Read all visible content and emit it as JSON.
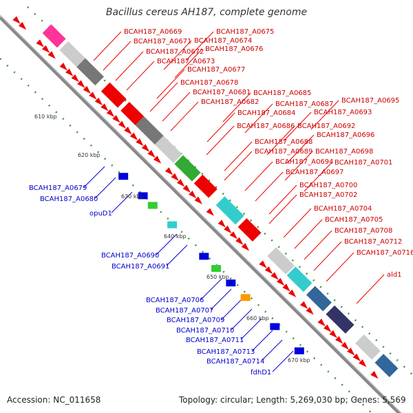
{
  "title": "Bacillus cereus AH187, complete genome",
  "accession": "Accession: NC_011658",
  "summary": "Topology: circular; Length: 5,269,030 bp; Genes: 5,569",
  "colors": {
    "forward_label": "#cc0000",
    "reverse_label": "#0000cc",
    "gene_red": "#ee0000",
    "gene_blue": "#0000dd",
    "backbone": "#888888"
  },
  "ticks": [
    "610 kbp",
    "620 kbp",
    "630 kbp",
    "640 kbp",
    "650 kbp",
    "660 kbp",
    "670 kbp"
  ],
  "forward_labels": [
    "BCAH187_A0669",
    "BCAH187_A0671",
    "BCAH187_A0672",
    "BCAH187_A0673",
    "BCAH187_A0677",
    "BCAH187_A0678",
    "BCAH187_A0681",
    "BCAH187_A0682",
    "BCAH187_A0684",
    "BCAH187_A0686",
    "BCAH187_A0688",
    "BCAH187_A0689",
    "BCAH187_A0694",
    "BCAH187_A0697",
    "BCAH187_A0700",
    "BCAH187_A0702",
    "BCAH187_A0704",
    "BCAH187_A0705",
    "BCAH187_A0708",
    "BCAH187_A0712",
    "BCAH187_A0716",
    "ald1",
    "BCAH187_A0675",
    "BCAH187_A0674",
    "BCAH187_A0676",
    "BCAH187_A0685",
    "BCAH187_A0687",
    "BCAH187_A0695",
    "BCAH187_A0693",
    "BCAH187_A0692",
    "BCAH187_A0696",
    "BCAH187_A0698",
    "BCAH187_A0701"
  ],
  "reverse_labels": [
    "BCAH187_A0679",
    "BCAH187_A0680",
    "opuD1",
    "BCAH187_A0690",
    "BCAH187_A0691",
    "BCAH187_A0706",
    "BCAH187_A0707",
    "BCAH187_A0709",
    "BCAH187_A0710",
    "BCAH187_A0711",
    "BCAH187_A0713",
    "BCAH187_A0714",
    "fdhD1"
  ]
}
